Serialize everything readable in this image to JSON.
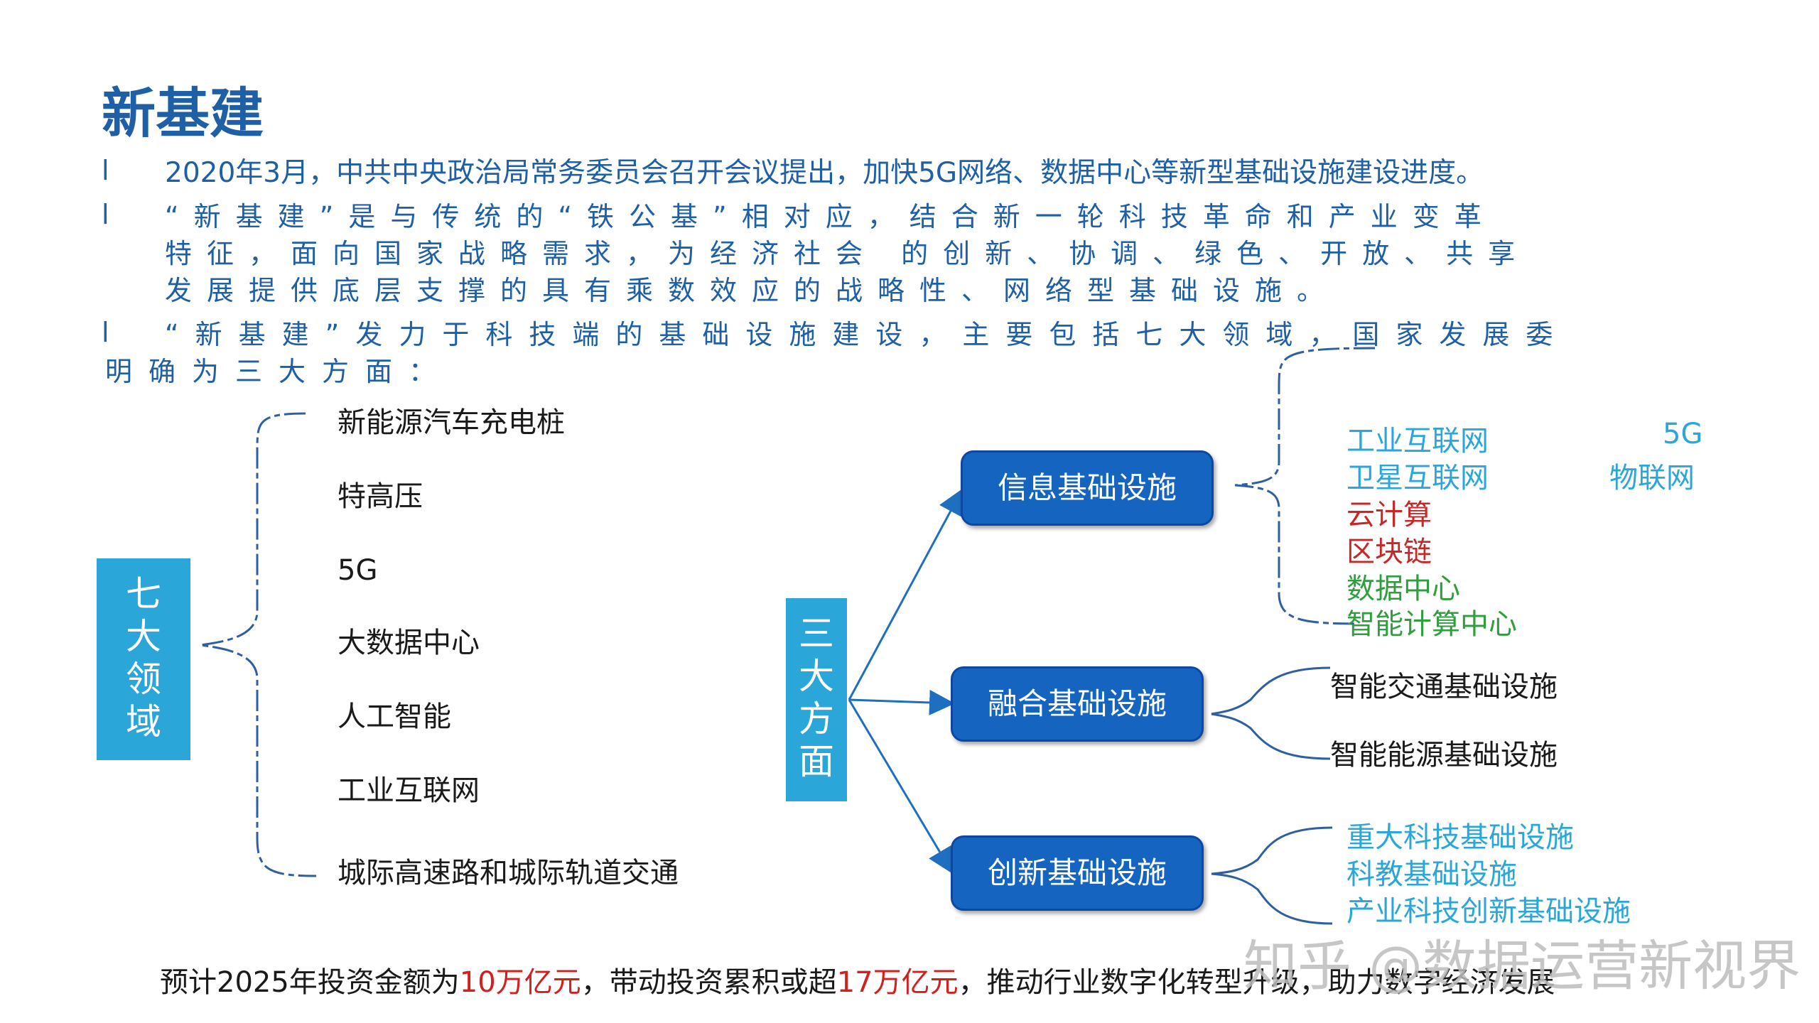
{
  "title": "新基建",
  "paragraphs": {
    "bullet": "l",
    "p1": "2020年3月，中共中央政治局常务委员会召开会议提出，加快5G网络、数据中心等新型基础设施建设进度。",
    "p2_line1": "“新基建”是与传统的“铁公基”相对应，结合新一轮科技革命和产业变革",
    "p2_line2": "特征，面向国家战略需求，为经济社会 的创新、协调、绿色、开放、共享",
    "p2_line3": "发展提供底层支撑的具有乘数效应的战略性、网络型基础设施。",
    "p3_line1": "“新基建”发力于科技端的基础设施建设，主要包括七大领域，国家发展委",
    "p3_line2": "明确为三大方面："
  },
  "seven_fields": {
    "box_label": "七大领域",
    "items": [
      "新能源汽车充电桩",
      "特高压",
      "5G",
      "大数据中心",
      "人工智能",
      "工业互联网",
      "城际高速路和城际轨道交通"
    ]
  },
  "three_aspects": {
    "box_label": "三大方面",
    "categories": [
      {
        "label": "信息基础设施",
        "subitems": [
          {
            "text": "工业互联网",
            "color": "#2aa6d8"
          },
          {
            "text": "5G",
            "color": "#2aa6d8"
          },
          {
            "text": "卫星互联网",
            "color": "#2aa6d8"
          },
          {
            "text": "物联网",
            "color": "#2aa6d8"
          },
          {
            "text": "云计算",
            "color": "#c62828"
          },
          {
            "text": "区块链",
            "color": "#c62828"
          },
          {
            "text": "数据中心",
            "color": "#2e9e3e"
          },
          {
            "text": "智能计算中心",
            "color": "#2e9e3e"
          }
        ]
      },
      {
        "label": "融合基础设施",
        "subitems": [
          {
            "text": "智能交通基础设施",
            "color": "#1a1a1a"
          },
          {
            "text": "智能能源基础设施",
            "color": "#1a1a1a"
          }
        ]
      },
      {
        "label": "创新基础设施",
        "subitems": [
          {
            "text": "重大科技基础设施",
            "color": "#2aa6d8"
          },
          {
            "text": "科教基础设施",
            "color": "#2aa6d8"
          },
          {
            "text": "产业科技创新基础设施",
            "color": "#2aa6d8"
          }
        ]
      }
    ]
  },
  "footer": {
    "t1": "预计2025年投资金额为",
    "v1": "10万亿元",
    "t2": "，带动投资累积或超",
    "v2": "17万亿元",
    "t3": "，推动行业数字化转型升级，助力数字经济发展"
  },
  "watermark": "知乎 @数据运营新视界",
  "colors": {
    "title": "#1f5fa6",
    "box": "#2aa6d8",
    "pill": "#1565c0",
    "highlight": "#d22020",
    "connector": "#1f6fc0"
  }
}
